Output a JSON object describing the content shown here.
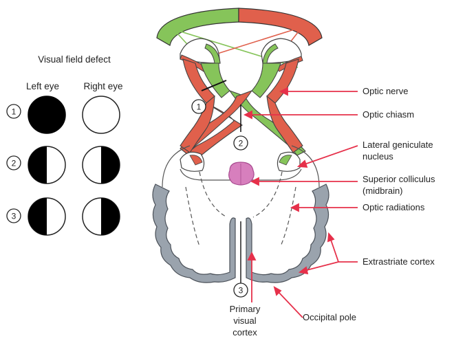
{
  "legend": {
    "title": "Visual field defect",
    "left_eye": "Left eye",
    "right_eye": "Right eye",
    "rows": [
      {
        "marker": "1",
        "left": "full",
        "right": "empty"
      },
      {
        "marker": "2",
        "left": "left-half",
        "right": "right-half"
      },
      {
        "marker": "3",
        "left": "left-half",
        "right": "right-half"
      }
    ]
  },
  "markers": {
    "m1": "1",
    "m2": "2",
    "m3": "3"
  },
  "labels": {
    "optic_nerve": "Optic nerve",
    "optic_chiasm": "Optic chiasm",
    "lgn_1": "Lateral geniculate",
    "lgn_2": "nucleus",
    "sc_1": "Superior colliculus",
    "sc_2": "(midbrain)",
    "optic_radiations": "Optic radiations",
    "extrastriate": "Extrastriate cortex",
    "primary_1": "Primary",
    "primary_2": "visual",
    "primary_3": "cortex",
    "occipital_pole": "Occipital pole"
  },
  "colors": {
    "red": "#e0604c",
    "green": "#86c45a",
    "cortex": "#9aa3ad",
    "colliculus": "#d77fbd",
    "pointer": "#e6304a"
  }
}
